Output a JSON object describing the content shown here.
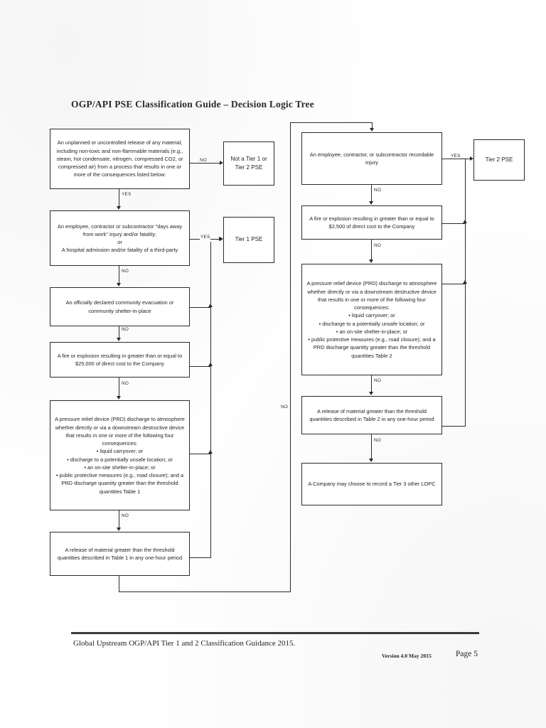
{
  "document": {
    "title": "OGP/API PSE Classification Guide – Decision Logic Tree",
    "footer_source": "Global Upstream OGP/API Tier 1 and 2 Classification Guidance 2015.",
    "footer_version": "Version 4.0 May 2015",
    "footer_page": "Page 5"
  },
  "chart_data": {
    "type": "diagram",
    "title": "OGP/API PSE Classification Guide – Decision Logic Tree",
    "nodes": [
      {
        "id": "l1",
        "column": "left",
        "kind": "decision",
        "text": "An unplanned or uncontrolled release of any material, including non-toxic and non-flammable materials (e.g., steam, hot condensate, nitrogen, compressed CO2, or compressed air) from a process that results in one or more of the consequences listed below:"
      },
      {
        "id": "l2",
        "column": "left",
        "kind": "decision",
        "text": "An employee, contractor or subcontractor \"days away from work\" injury and/or fatality;\nor\nA hospital admission and/or fatality of a third-party"
      },
      {
        "id": "l3",
        "column": "left",
        "kind": "decision",
        "text": "An officially declared community evacuation or community shelter-in-place"
      },
      {
        "id": "l4",
        "column": "left",
        "kind": "decision",
        "text": "A fire or explosion resulting in greater than or equal to $25,000 of direct cost to the Company"
      },
      {
        "id": "l5",
        "column": "left",
        "kind": "decision",
        "text": "A pressure relief device (PRD) discharge to atmosphere whether directly or via a downstream destructive device that results in one or more of the following four consequences:\n• liquid carryover; or\n• discharge to a potentially unsafe location; or\n• an on-site shelter-in-place; or\n• public protective measures (e.g., road closure); and a PRD discharge quantity greater than the threshold quantities Table 1"
      },
      {
        "id": "l6",
        "column": "left",
        "kind": "decision",
        "text": "A release of material greater than the threshold quantities described in Table 1 in any one-hour period"
      },
      {
        "id": "t0",
        "column": "middle",
        "kind": "terminal",
        "text": "Not a Tier 1 or Tier 2 PSE"
      },
      {
        "id": "t1",
        "column": "middle",
        "kind": "terminal",
        "text": "Tier 1 PSE"
      },
      {
        "id": "r1",
        "column": "right",
        "kind": "decision",
        "text": "An employee, contractor, or subcontractor recordable injury"
      },
      {
        "id": "r2",
        "column": "right",
        "kind": "decision",
        "text": "A fire or explosion resulting in greater than or equal to $2,500 of direct cost to the Company"
      },
      {
        "id": "r3",
        "column": "right",
        "kind": "decision",
        "text": "A pressure relief device (PRD) discharge to atmosphere whether directly or via a downstream destructive device that results in one or more of the following four consequences:\n• liquid carryover; or\n• discharge to a potentially unsafe location; or\n• an on-site shelter-in-place; or\n• public protective measures (e.g., road closure); and a PRD discharge quantity greater than the threshold quantities Table 2"
      },
      {
        "id": "r4",
        "column": "right",
        "kind": "decision",
        "text": "A release of material greater than the threshold quantities described in Table 2 in any one-hour period"
      },
      {
        "id": "r5",
        "column": "right",
        "kind": "terminal-wide",
        "text": "A Company may choose to record a Tier 3 other LOPC"
      },
      {
        "id": "t2",
        "column": "far-right",
        "kind": "terminal",
        "text": "Tier 2 PSE"
      }
    ],
    "edges": [
      {
        "from": "l1",
        "to": "t0",
        "label": "NO"
      },
      {
        "from": "l1",
        "to": "l2",
        "label": "YES"
      },
      {
        "from": "l2",
        "to": "t1",
        "label": "YES"
      },
      {
        "from": "l2",
        "to": "l3",
        "label": "NO"
      },
      {
        "from": "l3",
        "to": "t1",
        "label": ""
      },
      {
        "from": "l3",
        "to": "l4",
        "label": "NO"
      },
      {
        "from": "l4",
        "to": "t1",
        "label": ""
      },
      {
        "from": "l4",
        "to": "l5",
        "label": "NO"
      },
      {
        "from": "l5",
        "to": "t1",
        "label": ""
      },
      {
        "from": "l5",
        "to": "l6",
        "label": "NO"
      },
      {
        "from": "l6",
        "to": "t1",
        "label": ""
      },
      {
        "from": "l6",
        "to": "r1",
        "label": "NO"
      },
      {
        "from": "r1",
        "to": "t2",
        "label": "YES"
      },
      {
        "from": "r1",
        "to": "r2",
        "label": "NO"
      },
      {
        "from": "r2",
        "to": "t2",
        "label": ""
      },
      {
        "from": "r2",
        "to": "r3",
        "label": "NO"
      },
      {
        "from": "r3",
        "to": "t2",
        "label": ""
      },
      {
        "from": "r3",
        "to": "r4",
        "label": "NO"
      },
      {
        "from": "r4",
        "to": "t2",
        "label": ""
      },
      {
        "from": "r4",
        "to": "r5",
        "label": "NO"
      }
    ],
    "edge_labels": {
      "l1_no": "NO",
      "l1_yes": "YES",
      "l2_yes": "YES",
      "l2_no": "NO",
      "l3_no": "NO",
      "l4_no": "NO",
      "l5_no": "NO",
      "l6_no": "NO",
      "r1_yes": "YES",
      "r1_no": "NO",
      "r2_no": "NO",
      "r3_no": "NO",
      "r4_no": "NO"
    }
  }
}
